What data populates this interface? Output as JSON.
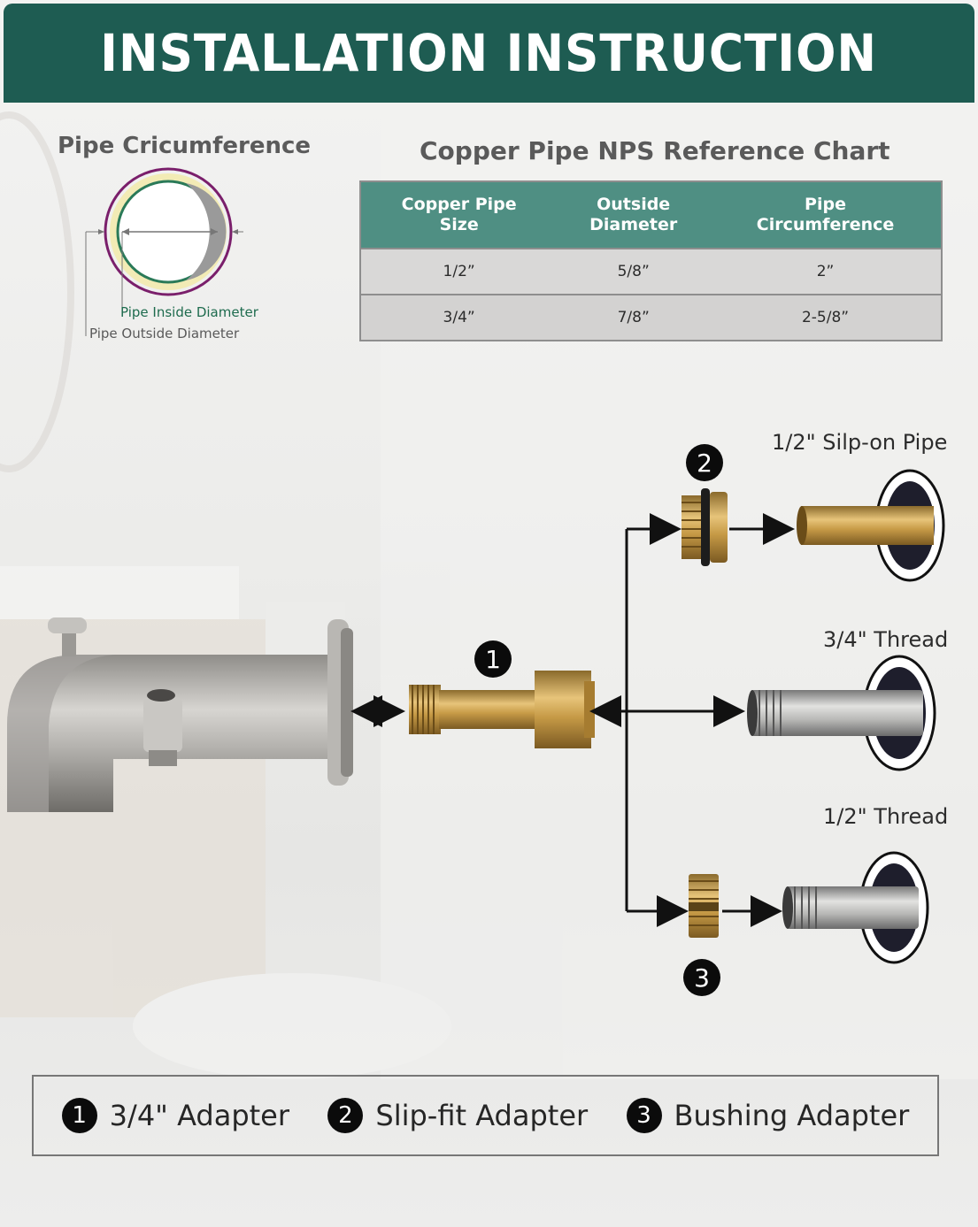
{
  "header": {
    "title": "INSTALLATION INSTRUCTION"
  },
  "circumference": {
    "title": "Pipe Cricumference",
    "inside_label": "Pipe Inside Diameter",
    "outside_label": "Pipe Outside Diameter"
  },
  "reference_chart": {
    "title": "Copper Pipe NPS Reference Chart",
    "headers": [
      [
        "Copper Pipe",
        "Size"
      ],
      [
        "Outside",
        "Diameter"
      ],
      [
        "Pipe",
        "Circumference"
      ]
    ],
    "rows": [
      [
        "1/2”",
        "5/8”",
        "2”"
      ],
      [
        "3/4”",
        "7/8”",
        "2-5/8”"
      ]
    ]
  },
  "diagram": {
    "pipe_labels": {
      "slip_on": "1/2\" Silp-on Pipe",
      "thread_34": "3/4\" Thread",
      "thread_12": "1/2\" Thread"
    },
    "markers": [
      "1",
      "2",
      "3"
    ]
  },
  "legend": [
    {
      "num": "1",
      "label": "3/4\" Adapter"
    },
    {
      "num": "2",
      "label": "Slip-fit Adapter"
    },
    {
      "num": "3",
      "label": "Bushing Adapter"
    }
  ]
}
